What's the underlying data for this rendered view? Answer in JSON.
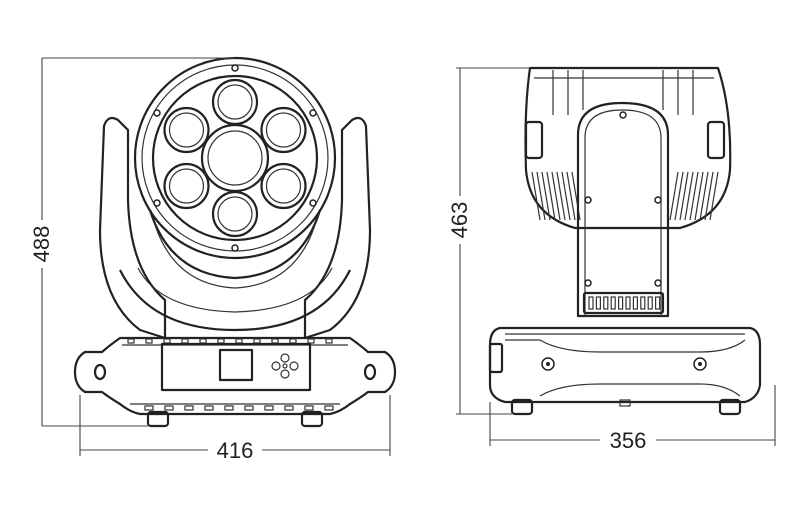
{
  "dimensions": {
    "front_height": "488",
    "front_width": "416",
    "side_height": "463",
    "side_depth": "356"
  }
}
